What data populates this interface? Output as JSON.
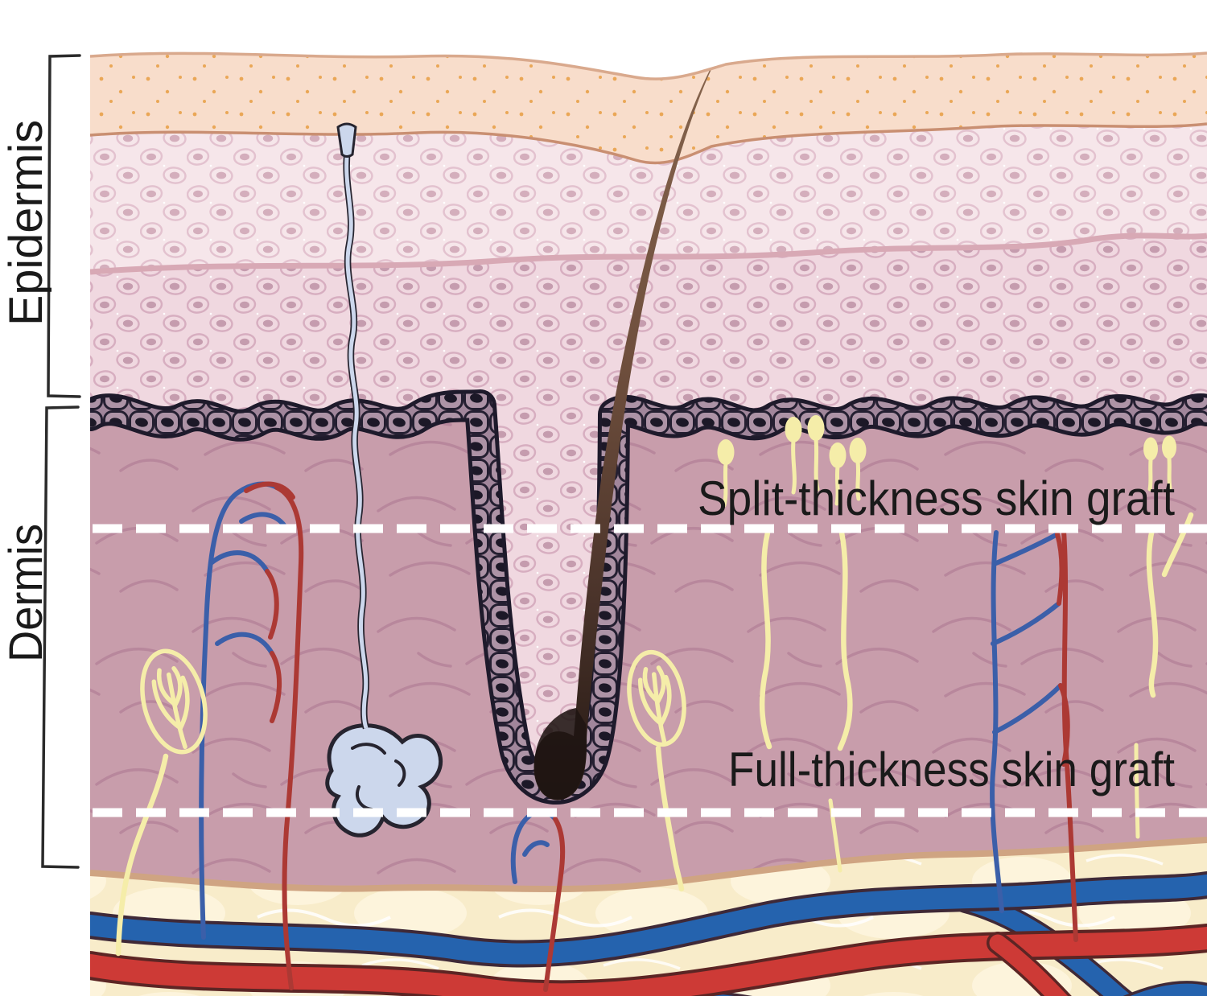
{
  "diagram": {
    "side_labels": {
      "epidermis": "Epidermis",
      "dermis": "Dermis"
    },
    "graft_labels": {
      "split": "Split-thickness skin graft",
      "full": "Full-thickness skin graft"
    }
  },
  "colors": {
    "background": "#ffffff",
    "label_text": "#1a1a1a",
    "bracket": "#2b2b2b",
    "graft_dash_line": "#ffffff",
    "stratum_corneum": "#f8ddcb",
    "corneum_dots": "#eaa757",
    "corneum_boundary": "#c98f72",
    "skin_surface_line": "#d9a98d",
    "epidermis_upper": "#f6e6ea",
    "epidermis_lower": "#f0d8e0",
    "epidermis_band": "#d8a9b5",
    "basal_layer": "#a1869b",
    "basal_outline": "#1e1a2b",
    "dermis": "#c89dab",
    "dermis_squiggle": "#b28096",
    "subcutis": "#f8ecca",
    "subcutis_boundary": "#cfa482",
    "fat_blob": "#fdf4dc",
    "vein_blue": "#2563ae",
    "artery_red": "#cd3a36",
    "vessel_outline": "#3f2937",
    "capillary_blue": "#3b5fa9",
    "capillary_red": "#ac3934",
    "nerve_yellow": "#f5eda9",
    "sweat_gland_fill": "#ccd7ec",
    "sweat_gland_outline": "#26242f",
    "hair_light": "#85654f",
    "hair_dark": "#241813"
  }
}
